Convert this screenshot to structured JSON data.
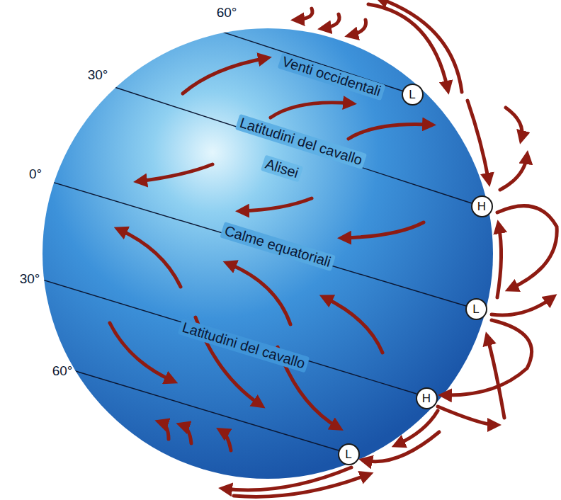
{
  "diagram": {
    "nodes": [
      {
        "text": [
          "L"
        ]
      },
      {
        "text": [
          "H"
        ]
      },
      {
        "text": [
          "L"
        ]
      },
      {
        "text": [
          "H"
        ]
      },
      {
        "text": [
          "L"
        ]
      }
    ],
    "labels": [
      "60°",
      "30°",
      "Venti occidentali",
      "Latitudini del cavallo",
      "Alisei",
      "0°",
      "Calme equatoriali",
      "30°",
      "Latitudini del cavallo",
      "60°"
    ]
  }
}
